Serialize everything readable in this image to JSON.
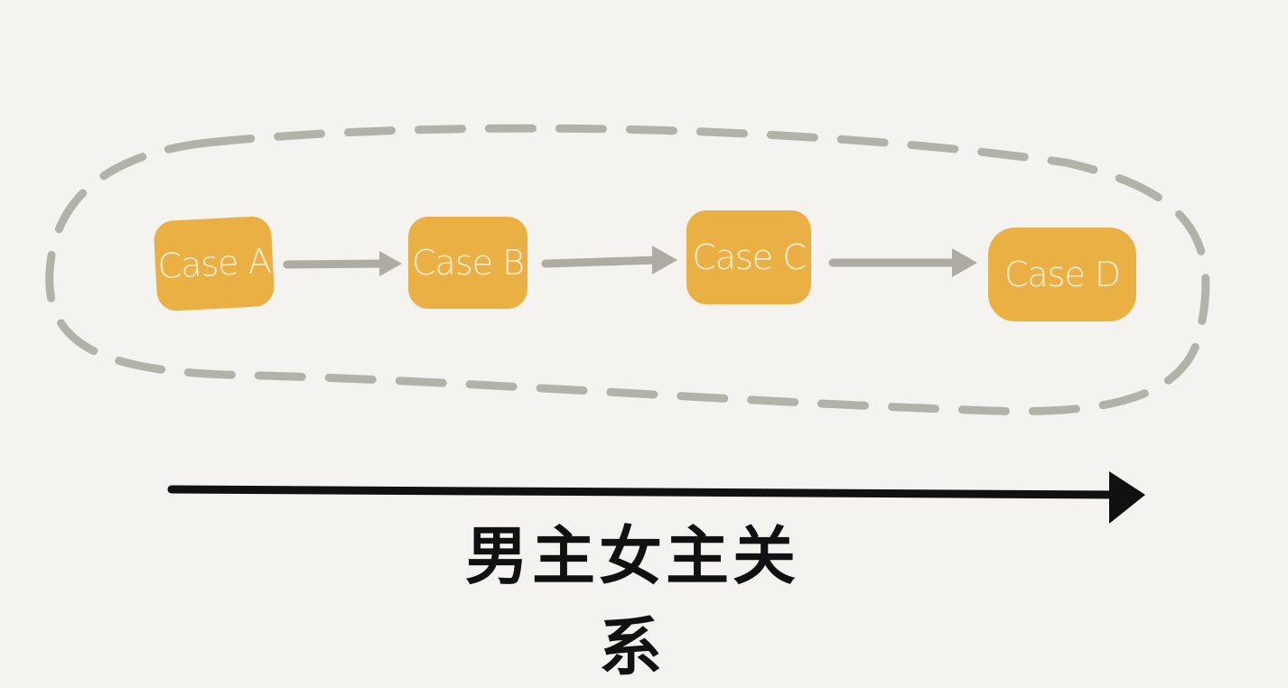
{
  "cases": [
    {
      "label": "Case A"
    },
    {
      "label": "Case B"
    },
    {
      "label": "Case C"
    },
    {
      "label": "Case D"
    }
  ],
  "axis_label": "男主女主关系",
  "colors": {
    "case_fill": "#ebb043",
    "case_text": "#fbf1dc",
    "arrow": "#adaba3",
    "dashed_outline": "#b3b2aa",
    "timeline": "#111111",
    "background": "#f4f3ef"
  }
}
